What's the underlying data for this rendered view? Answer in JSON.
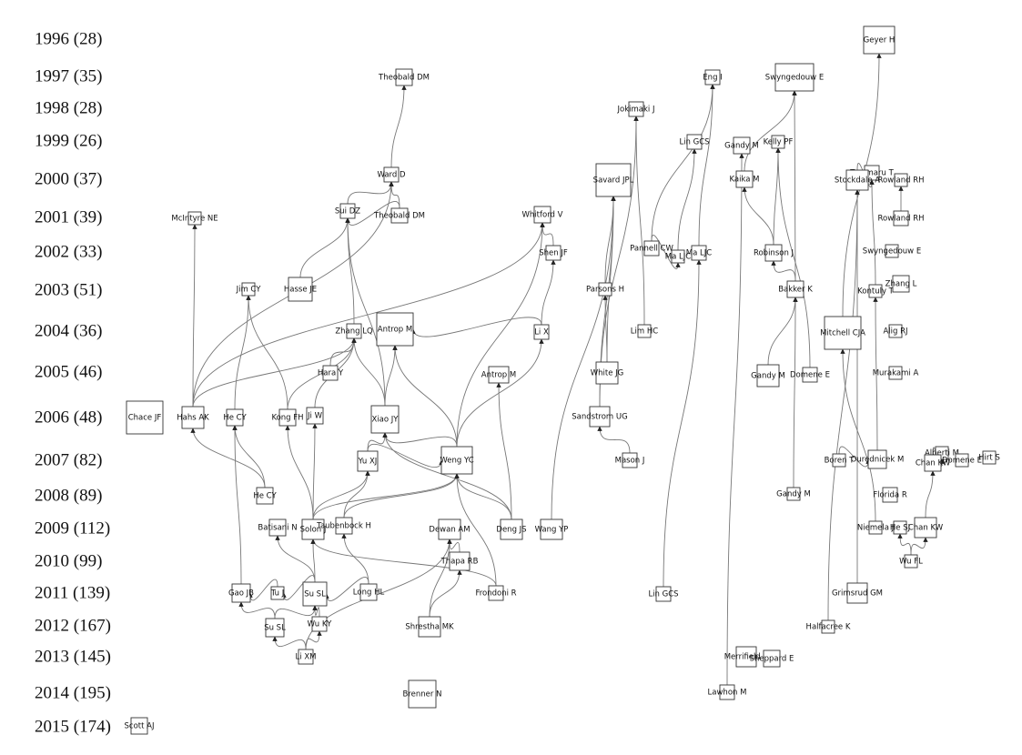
{
  "years": [
    {
      "id": "y1996",
      "label": "1996 (28)"
    },
    {
      "id": "y1997",
      "label": "1997 (35)"
    },
    {
      "id": "y1998",
      "label": "1998 (28)"
    },
    {
      "id": "y1999",
      "label": "1999 (26)"
    },
    {
      "id": "y2000",
      "label": "2000 (37)"
    },
    {
      "id": "y2001",
      "label": "2001 (39)"
    },
    {
      "id": "y2002",
      "label": "2002 (33)"
    },
    {
      "id": "y2003",
      "label": "2003 (51)"
    },
    {
      "id": "y2004",
      "label": "2004 (36)"
    },
    {
      "id": "y2005",
      "label": "2005 (46)"
    },
    {
      "id": "y2006",
      "label": "2006 (48)"
    },
    {
      "id": "y2007",
      "label": "2007 (82)"
    },
    {
      "id": "y2008",
      "label": "2008 (89)"
    },
    {
      "id": "y2009",
      "label": "2009 (112)"
    },
    {
      "id": "y2010",
      "label": "2010 (99)"
    },
    {
      "id": "y2011",
      "label": "2011 (139)"
    },
    {
      "id": "y2012",
      "label": "2012 (167)"
    },
    {
      "id": "y2013",
      "label": "2013 (145)"
    },
    {
      "id": "y2014",
      "label": "2014 (195)"
    },
    {
      "id": "y2015",
      "label": "2015 (174)"
    }
  ],
  "nodes": [
    {
      "id": "geyer",
      "label": "Geyer H"
    },
    {
      "id": "theobald97",
      "label": "Theobald DM"
    },
    {
      "id": "eng",
      "label": "Eng I"
    },
    {
      "id": "swyng97",
      "label": "Swyngedouw E"
    },
    {
      "id": "jokimaki",
      "label": "Jokimaki J"
    },
    {
      "id": "lingcs99",
      "label": "Lin GCS"
    },
    {
      "id": "gandy99",
      "label": "Gandy M"
    },
    {
      "id": "kelly",
      "label": "Kelly PF"
    },
    {
      "id": "ward",
      "label": "Ward D"
    },
    {
      "id": "savard",
      "label": "Savard JPL"
    },
    {
      "id": "kaika",
      "label": "Kaika M"
    },
    {
      "id": "tammaru",
      "label": "Tammaru T"
    },
    {
      "id": "stockdale",
      "label": "Stockdale A"
    },
    {
      "id": "rowland00",
      "label": "Rowland RH"
    },
    {
      "id": "mcintyre",
      "label": "McIntyre NE"
    },
    {
      "id": "suidz",
      "label": "Sui DZ"
    },
    {
      "id": "theobald01",
      "label": "Theobald DM"
    },
    {
      "id": "whitford",
      "label": "Whitford V"
    },
    {
      "id": "rowland01",
      "label": "Rowland RH"
    },
    {
      "id": "shenjf",
      "label": "Shen JF"
    },
    {
      "id": "pannell",
      "label": "Pannell CW"
    },
    {
      "id": "malic1",
      "label": "Ma LJC"
    },
    {
      "id": "malic2",
      "label": "Ma LJC"
    },
    {
      "id": "robinson",
      "label": "Robinson J"
    },
    {
      "id": "swyng02",
      "label": "Swyngedouw E"
    },
    {
      "id": "jimcy",
      "label": "Jim CY"
    },
    {
      "id": "hasse",
      "label": "Hasse JE"
    },
    {
      "id": "parsons",
      "label": "Parsons H"
    },
    {
      "id": "bakker",
      "label": "Bakker K"
    },
    {
      "id": "kontuly",
      "label": "Kontuly T"
    },
    {
      "id": "zhangl",
      "label": "Zhang L"
    },
    {
      "id": "zhanglq",
      "label": "Zhang LQ"
    },
    {
      "id": "antrop04",
      "label": "Antrop M"
    },
    {
      "id": "lix",
      "label": "Li X"
    },
    {
      "id": "limhc",
      "label": "Lim HC"
    },
    {
      "id": "mitchell",
      "label": "Mitchell CJA"
    },
    {
      "id": "aligrj",
      "label": "Alig RJ"
    },
    {
      "id": "haray",
      "label": "Hara Y"
    },
    {
      "id": "antrop05",
      "label": "Antrop M"
    },
    {
      "id": "whitejg",
      "label": "White JG"
    },
    {
      "id": "gandy05",
      "label": "Gandy M"
    },
    {
      "id": "domene05",
      "label": "Domene E"
    },
    {
      "id": "murakami",
      "label": "Murakami A"
    },
    {
      "id": "chace",
      "label": "Chace JF"
    },
    {
      "id": "hahs",
      "label": "Hahs AK"
    },
    {
      "id": "hecy06",
      "label": "He CY"
    },
    {
      "id": "kongfh",
      "label": "Kong FH"
    },
    {
      "id": "jiw",
      "label": "Ji W"
    },
    {
      "id": "xiaojy",
      "label": "Xiao JY"
    },
    {
      "id": "sandstrom",
      "label": "Sandstrom UG"
    },
    {
      "id": "yuxj",
      "label": "Yu XJ"
    },
    {
      "id": "wengyc",
      "label": "Weng YC"
    },
    {
      "id": "masonj",
      "label": "Mason J"
    },
    {
      "id": "boren",
      "label": "Boren T"
    },
    {
      "id": "ouredn",
      "label": "Ourednicek M"
    },
    {
      "id": "alberti",
      "label": "Alberti M"
    },
    {
      "id": "chankw07",
      "label": "Chan KW"
    },
    {
      "id": "domene07",
      "label": "Domene E"
    },
    {
      "id": "hirt",
      "label": "Hirt S"
    },
    {
      "id": "hecy08",
      "label": "He CY"
    },
    {
      "id": "gandy08",
      "label": "Gandy M"
    },
    {
      "id": "florida",
      "label": "Florida R"
    },
    {
      "id": "batisani",
      "label": "Batisani N"
    },
    {
      "id": "solonj",
      "label": "Solon J"
    },
    {
      "id": "taub",
      "label": "Taubenbock H"
    },
    {
      "id": "dewan",
      "label": "Dewan AM"
    },
    {
      "id": "dengjs",
      "label": "Deng JS"
    },
    {
      "id": "wangyp",
      "label": "Wang YP"
    },
    {
      "id": "niemela",
      "label": "Niemela J"
    },
    {
      "id": "hesj",
      "label": "He SJ"
    },
    {
      "id": "chankw09",
      "label": "Chan KW"
    },
    {
      "id": "thapa",
      "label": "Thapa RB"
    },
    {
      "id": "wufl",
      "label": "Wu FL"
    },
    {
      "id": "gaojb",
      "label": "Gao JB"
    },
    {
      "id": "tuj",
      "label": "Tu J"
    },
    {
      "id": "susl11",
      "label": "Su SL"
    },
    {
      "id": "longhl",
      "label": "Long HL"
    },
    {
      "id": "frondoni",
      "label": "Frondoni R"
    },
    {
      "id": "lingcs11",
      "label": "Lin GCS"
    },
    {
      "id": "grimsrud",
      "label": "Grimsrud GM"
    },
    {
      "id": "susl12",
      "label": "Su SL"
    },
    {
      "id": "wuky",
      "label": "Wu KY"
    },
    {
      "id": "shrestha",
      "label": "Shrestha MK"
    },
    {
      "id": "halfacree",
      "label": "Halfacree K"
    },
    {
      "id": "lixm",
      "label": "Li XM"
    },
    {
      "id": "merrifield",
      "label": "Merrifield A"
    },
    {
      "id": "sheppard",
      "label": "Sheppard E"
    },
    {
      "id": "brenner",
      "label": "Brenner N"
    },
    {
      "id": "lawhon",
      "label": "Lawhon M"
    },
    {
      "id": "scott",
      "label": "Scott AJ"
    }
  ],
  "edges": [
    [
      "ward",
      "theobald97"
    ],
    [
      "theobald01",
      "ward"
    ],
    [
      "suidz",
      "ward"
    ],
    [
      "hahs",
      "ward"
    ],
    [
      "theobald01",
      "suidz"
    ],
    [
      "hasse",
      "suidz"
    ],
    [
      "zhanglq",
      "suidz"
    ],
    [
      "xiaojy",
      "suidz"
    ],
    [
      "hahs",
      "mcintyre"
    ],
    [
      "hahs",
      "zhanglq"
    ],
    [
      "hecy06",
      "jimcy"
    ],
    [
      "kongfh",
      "jimcy"
    ],
    [
      "kongfh",
      "zhanglq"
    ],
    [
      "jiw",
      "zhanglq"
    ],
    [
      "haray",
      "zhanglq"
    ],
    [
      "xiaojy",
      "zhanglq"
    ],
    [
      "xiaojy",
      "antrop04"
    ],
    [
      "wengyc",
      "antrop04"
    ],
    [
      "lix",
      "antrop04"
    ],
    [
      "wengyc",
      "lix"
    ],
    [
      "lix",
      "shenjf"
    ],
    [
      "shenjf",
      "whitford"
    ],
    [
      "hahs",
      "whitford"
    ],
    [
      "wengyc",
      "whitford"
    ],
    [
      "yuxj",
      "xiaojy"
    ],
    [
      "wengyc",
      "xiaojy"
    ],
    [
      "dengjs",
      "xiaojy"
    ],
    [
      "yuxj",
      "wengyc"
    ],
    [
      "dengjs",
      "wengyc"
    ],
    [
      "dengjs",
      "antrop05"
    ],
    [
      "solonj",
      "wengyc"
    ],
    [
      "taub",
      "wengyc"
    ],
    [
      "hecy08",
      "hecy06"
    ],
    [
      "hecy08",
      "hahs"
    ],
    [
      "solonj",
      "jiw"
    ],
    [
      "solonj",
      "kongfh"
    ],
    [
      "solonj",
      "yuxj"
    ],
    [
      "taub",
      "yuxj"
    ],
    [
      "gaojb",
      "hecy06"
    ],
    [
      "susl11",
      "solonj"
    ],
    [
      "susl11",
      "batisani"
    ],
    [
      "longhl",
      "taub"
    ],
    [
      "longhl",
      "susl11"
    ],
    [
      "tuj",
      "gaojb"
    ],
    [
      "susl11",
      "tuj"
    ],
    [
      "susl12",
      "gaojb"
    ],
    [
      "susl12",
      "susl11"
    ],
    [
      "wuky",
      "susl11"
    ],
    [
      "lixm",
      "wuky"
    ],
    [
      "lixm",
      "susl12"
    ],
    [
      "lixm",
      "dewan"
    ],
    [
      "shrestha",
      "dewan"
    ],
    [
      "shrestha",
      "thapa"
    ],
    [
      "thapa",
      "dewan"
    ],
    [
      "frondoni",
      "solonj"
    ],
    [
      "frondoni",
      "wengyc"
    ],
    [
      "wangyp",
      "savard"
    ],
    [
      "sandstrom",
      "savard"
    ],
    [
      "whitejg",
      "parsons"
    ],
    [
      "parsons",
      "savard"
    ],
    [
      "sandstrom",
      "jokimaki"
    ],
    [
      "masonj",
      "sandstrom"
    ],
    [
      "whitejg",
      "savard"
    ],
    [
      "limhc",
      "jokimaki"
    ],
    [
      "pannell",
      "malic1"
    ],
    [
      "malic1",
      "lingcs99"
    ],
    [
      "malic2",
      "eng"
    ],
    [
      "lingcs11",
      "malic2"
    ],
    [
      "pannell",
      "eng"
    ],
    [
      "robinson",
      "kaika"
    ],
    [
      "robinson",
      "kelly"
    ],
    [
      "bakker",
      "robinson"
    ],
    [
      "bakker",
      "swyng97"
    ],
    [
      "gandy05",
      "bakker"
    ],
    [
      "gandy08",
      "bakker"
    ],
    [
      "kaika",
      "swyng97"
    ],
    [
      "lawhon",
      "gandy99"
    ],
    [
      "domene05",
      "kelly"
    ],
    [
      "mitchell",
      "geyer"
    ],
    [
      "ouredn",
      "kontuly"
    ],
    [
      "kontuly",
      "tammaru"
    ],
    [
      "stockdale",
      "tammaru"
    ],
    [
      "halfacree",
      "stockdale"
    ],
    [
      "grimsrud",
      "stockdale"
    ],
    [
      "rowland01",
      "rowland00"
    ],
    [
      "chankw07",
      "alberti"
    ],
    [
      "chankw09",
      "chankw07"
    ],
    [
      "wufl",
      "hesj"
    ],
    [
      "wufl",
      "chankw09"
    ],
    [
      "niemela",
      "mitchell"
    ],
    [
      "boren",
      "ouredn"
    ]
  ]
}
